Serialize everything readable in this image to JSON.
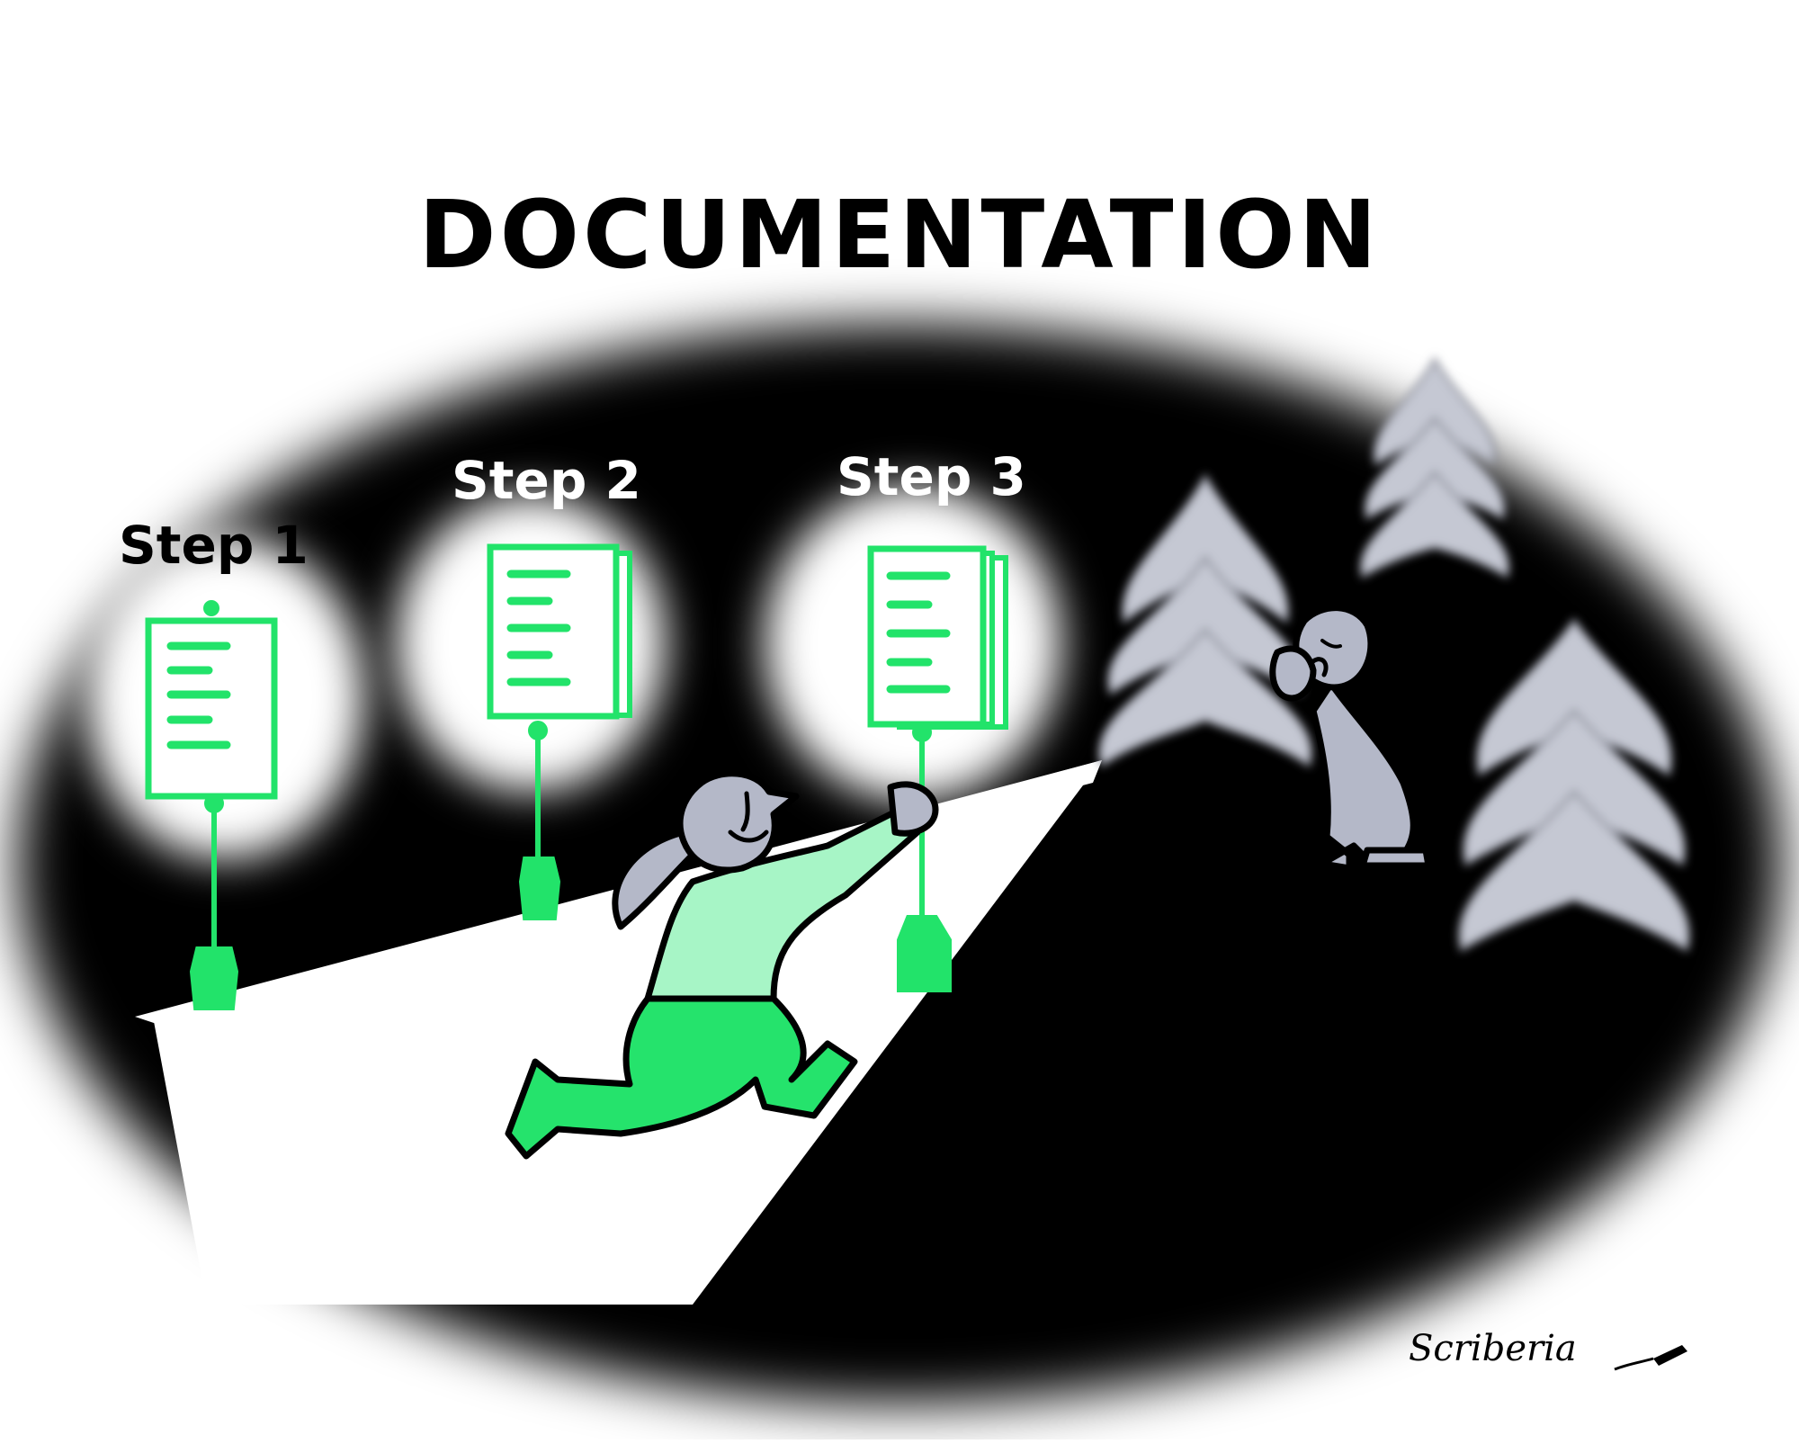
{
  "title": "DOCUMENTATION",
  "steps": [
    {
      "label": "Step 1"
    },
    {
      "label": "Step 2"
    },
    {
      "label": "Step 3"
    }
  ],
  "signature": "Scriberia",
  "colors": {
    "sign_green": "#22e36a",
    "shirt_light_green": "#a7f5c6",
    "pants_green": "#25e36c",
    "skin_grey": "#b4b8c8",
    "tree_grey": "#c5c8d3",
    "background_black": "#000000"
  }
}
